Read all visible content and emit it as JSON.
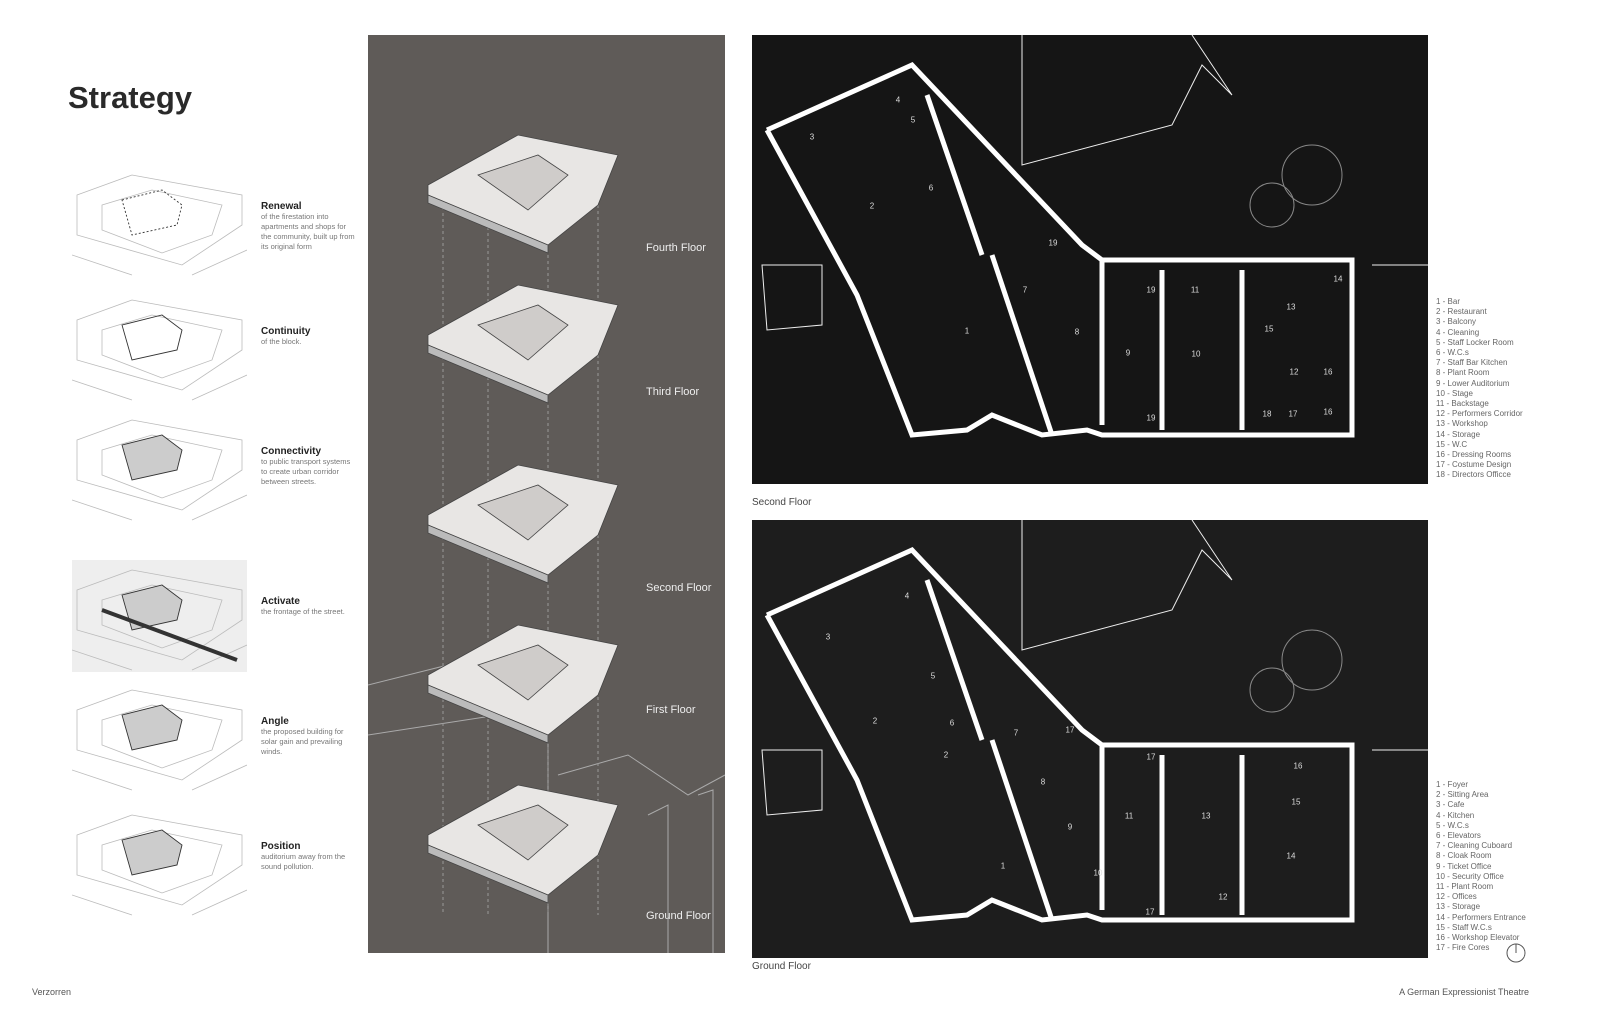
{
  "title": "Strategy",
  "strategy": [
    {
      "heading": "Renewal",
      "text": "of the firestation into apartments and shops for the community, built up from its original form"
    },
    {
      "heading": "Continuity",
      "text": "of the block."
    },
    {
      "heading": "Connectivity",
      "text": "to public transport systems to create urban corridor between streets."
    },
    {
      "heading": "Activate",
      "text": "the frontage of the street."
    },
    {
      "heading": "Angle",
      "text": "the proposed building for solar gain and prevailing winds."
    },
    {
      "heading": "Position",
      "text": "auditorium away from the sound pollution."
    }
  ],
  "exploded": {
    "floors": [
      "Fourth Floor",
      "Third Floor",
      "Second Floor",
      "First Floor",
      "Ground Floor"
    ]
  },
  "plans": {
    "second": {
      "caption": "Second Floor",
      "rooms": [
        "3",
        "4",
        "5",
        "6",
        "2",
        "19",
        "7",
        "1",
        "8",
        "19",
        "11",
        "9",
        "10",
        "13",
        "14",
        "15",
        "12",
        "16",
        "18",
        "17",
        "16",
        "19"
      ],
      "legend": [
        "1 - Bar",
        "2 - Restaurant",
        "3 - Balcony",
        "4 - Cleaning",
        "5 - Staff Locker Room",
        "6 - W.C.s",
        "7 - Staff Bar Kitchen",
        "8 - Plant Room",
        "9 - Lower Auditorium",
        "10 - Stage",
        "11 - Backstage",
        "12 - Performers Corridor",
        "13 - Workshop",
        "14 - Storage",
        "15 - W.C",
        "16 - Dressing Rooms",
        "17 - Costume Design",
        "18 - Directors Officce"
      ]
    },
    "ground": {
      "caption": "Ground Floor",
      "rooms": [
        "4",
        "5",
        "3",
        "2",
        "6",
        "7",
        "2",
        "17",
        "8",
        "9",
        "1",
        "10",
        "11",
        "17",
        "13",
        "16",
        "15",
        "14",
        "12",
        "17"
      ],
      "legend": [
        "1 - Foyer",
        "2 - Sitting Area",
        "3 - Cafe",
        "4 - Kitchen",
        "5 - W.C.s",
        "6 - Elevators",
        "7 - Cleaning Cuboard",
        "8 - Cloak Room",
        "9 - Ticket Office",
        "10 - Security Office",
        "11 - Plant Room",
        "12 - Offices",
        "13 - Storage",
        "14 - Performers Entrance",
        "15 - Staff W.C.s",
        "16 - Workshop Elevator",
        "17 - Fire Cores"
      ]
    }
  },
  "footer": {
    "left": "Verzorren",
    "right": "A German Expressionist Theatre"
  }
}
